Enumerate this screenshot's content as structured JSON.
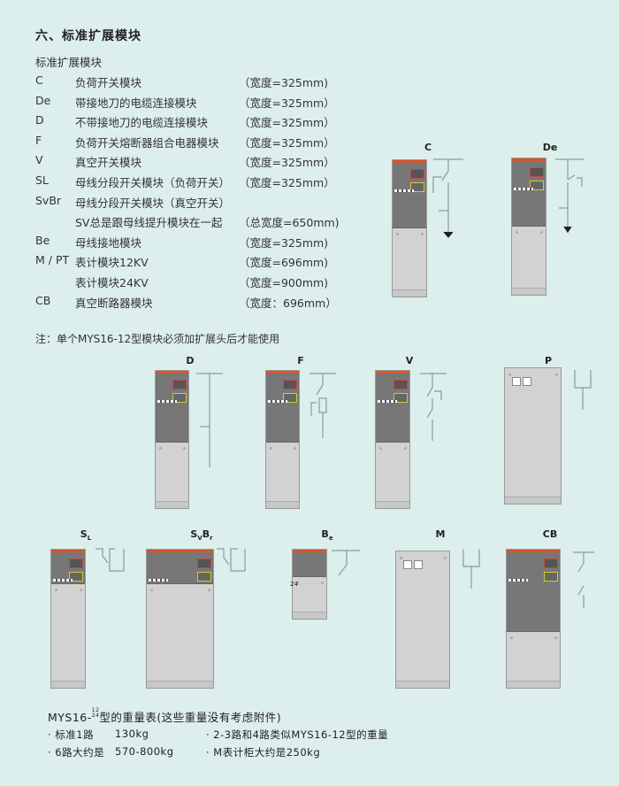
{
  "heading": "六、标准扩展模块",
  "subheading": "标准扩展模块",
  "modules": [
    {
      "code": "C",
      "desc": "负荷开关模块",
      "width": "（宽度=325mm)"
    },
    {
      "code": "De",
      "desc": "带接地刀的电缆连接模块",
      "width": "（宽度=325mm）"
    },
    {
      "code": "D",
      "desc": "不带接地刀的电缆连接模块",
      "width": "（宽度=325mm）"
    },
    {
      "code": "F",
      "desc": "负荷开关熔断器组合电器模块",
      "width": "（宽度=325mm）"
    },
    {
      "code": "V",
      "desc": "真空开关模块",
      "width": "（宽度=325mm）"
    },
    {
      "code": "SL",
      "desc": "母线分段开关模块（负荷开关）",
      "width": "（宽度=325mm）"
    },
    {
      "code": "SvBr",
      "desc": "母线分段开关模块（真空开关）",
      "width": ""
    },
    {
      "code": "",
      "desc": "SV总是跟母线提升模块在一起",
      "width": "（总宽度=650mm)"
    },
    {
      "code": "Be",
      "desc": "母线接地模块",
      "width": "（宽度=325mm)"
    },
    {
      "code": "M / PT",
      "desc": "表计模块12KV",
      "width": "（宽度=696mm)"
    },
    {
      "code": "",
      "desc": "表计模块24KV",
      "width": "（宽度=900mm)"
    },
    {
      "code": "CB",
      "desc": "真空断路器模块",
      "width": "（宽度：696mm）"
    }
  ],
  "note": "注：单个MYS16-12型模块必须加扩展头后才能使用",
  "figures": {
    "C": "C",
    "De": "De",
    "D": "D",
    "F": "F",
    "V": "V",
    "P": "P",
    "SL_main": "S",
    "SL_sub": "L",
    "SvBr_s": "S",
    "SvBr_v": "V",
    "SvBr_b": "B",
    "SvBr_r": "r",
    "Be_main": "B",
    "Be_sub": "e",
    "M": "M",
    "CB": "CB",
    "Be_mark": "24"
  },
  "weights": {
    "title_pre": "MYS16-",
    "title_sup1": "12",
    "title_sup2": "24",
    "title_post": "型的重量表(这些重量没有考虑附件)",
    "items": [
      {
        "label": "· 标准1路",
        "value": "130kg"
      },
      {
        "label": "· 2-3路和4路类似MYS16-12型的重量",
        "value": ""
      },
      {
        "label": "· 6路大约是",
        "value": "570-800kg"
      },
      {
        "label": "· M表计柜大约是250kg",
        "value": ""
      }
    ]
  },
  "colors": {
    "background": "#dcefec",
    "cabinet_dark": "#777777",
    "cabinet_light": "#d2d2d2",
    "accent_red": "#d9542a"
  }
}
